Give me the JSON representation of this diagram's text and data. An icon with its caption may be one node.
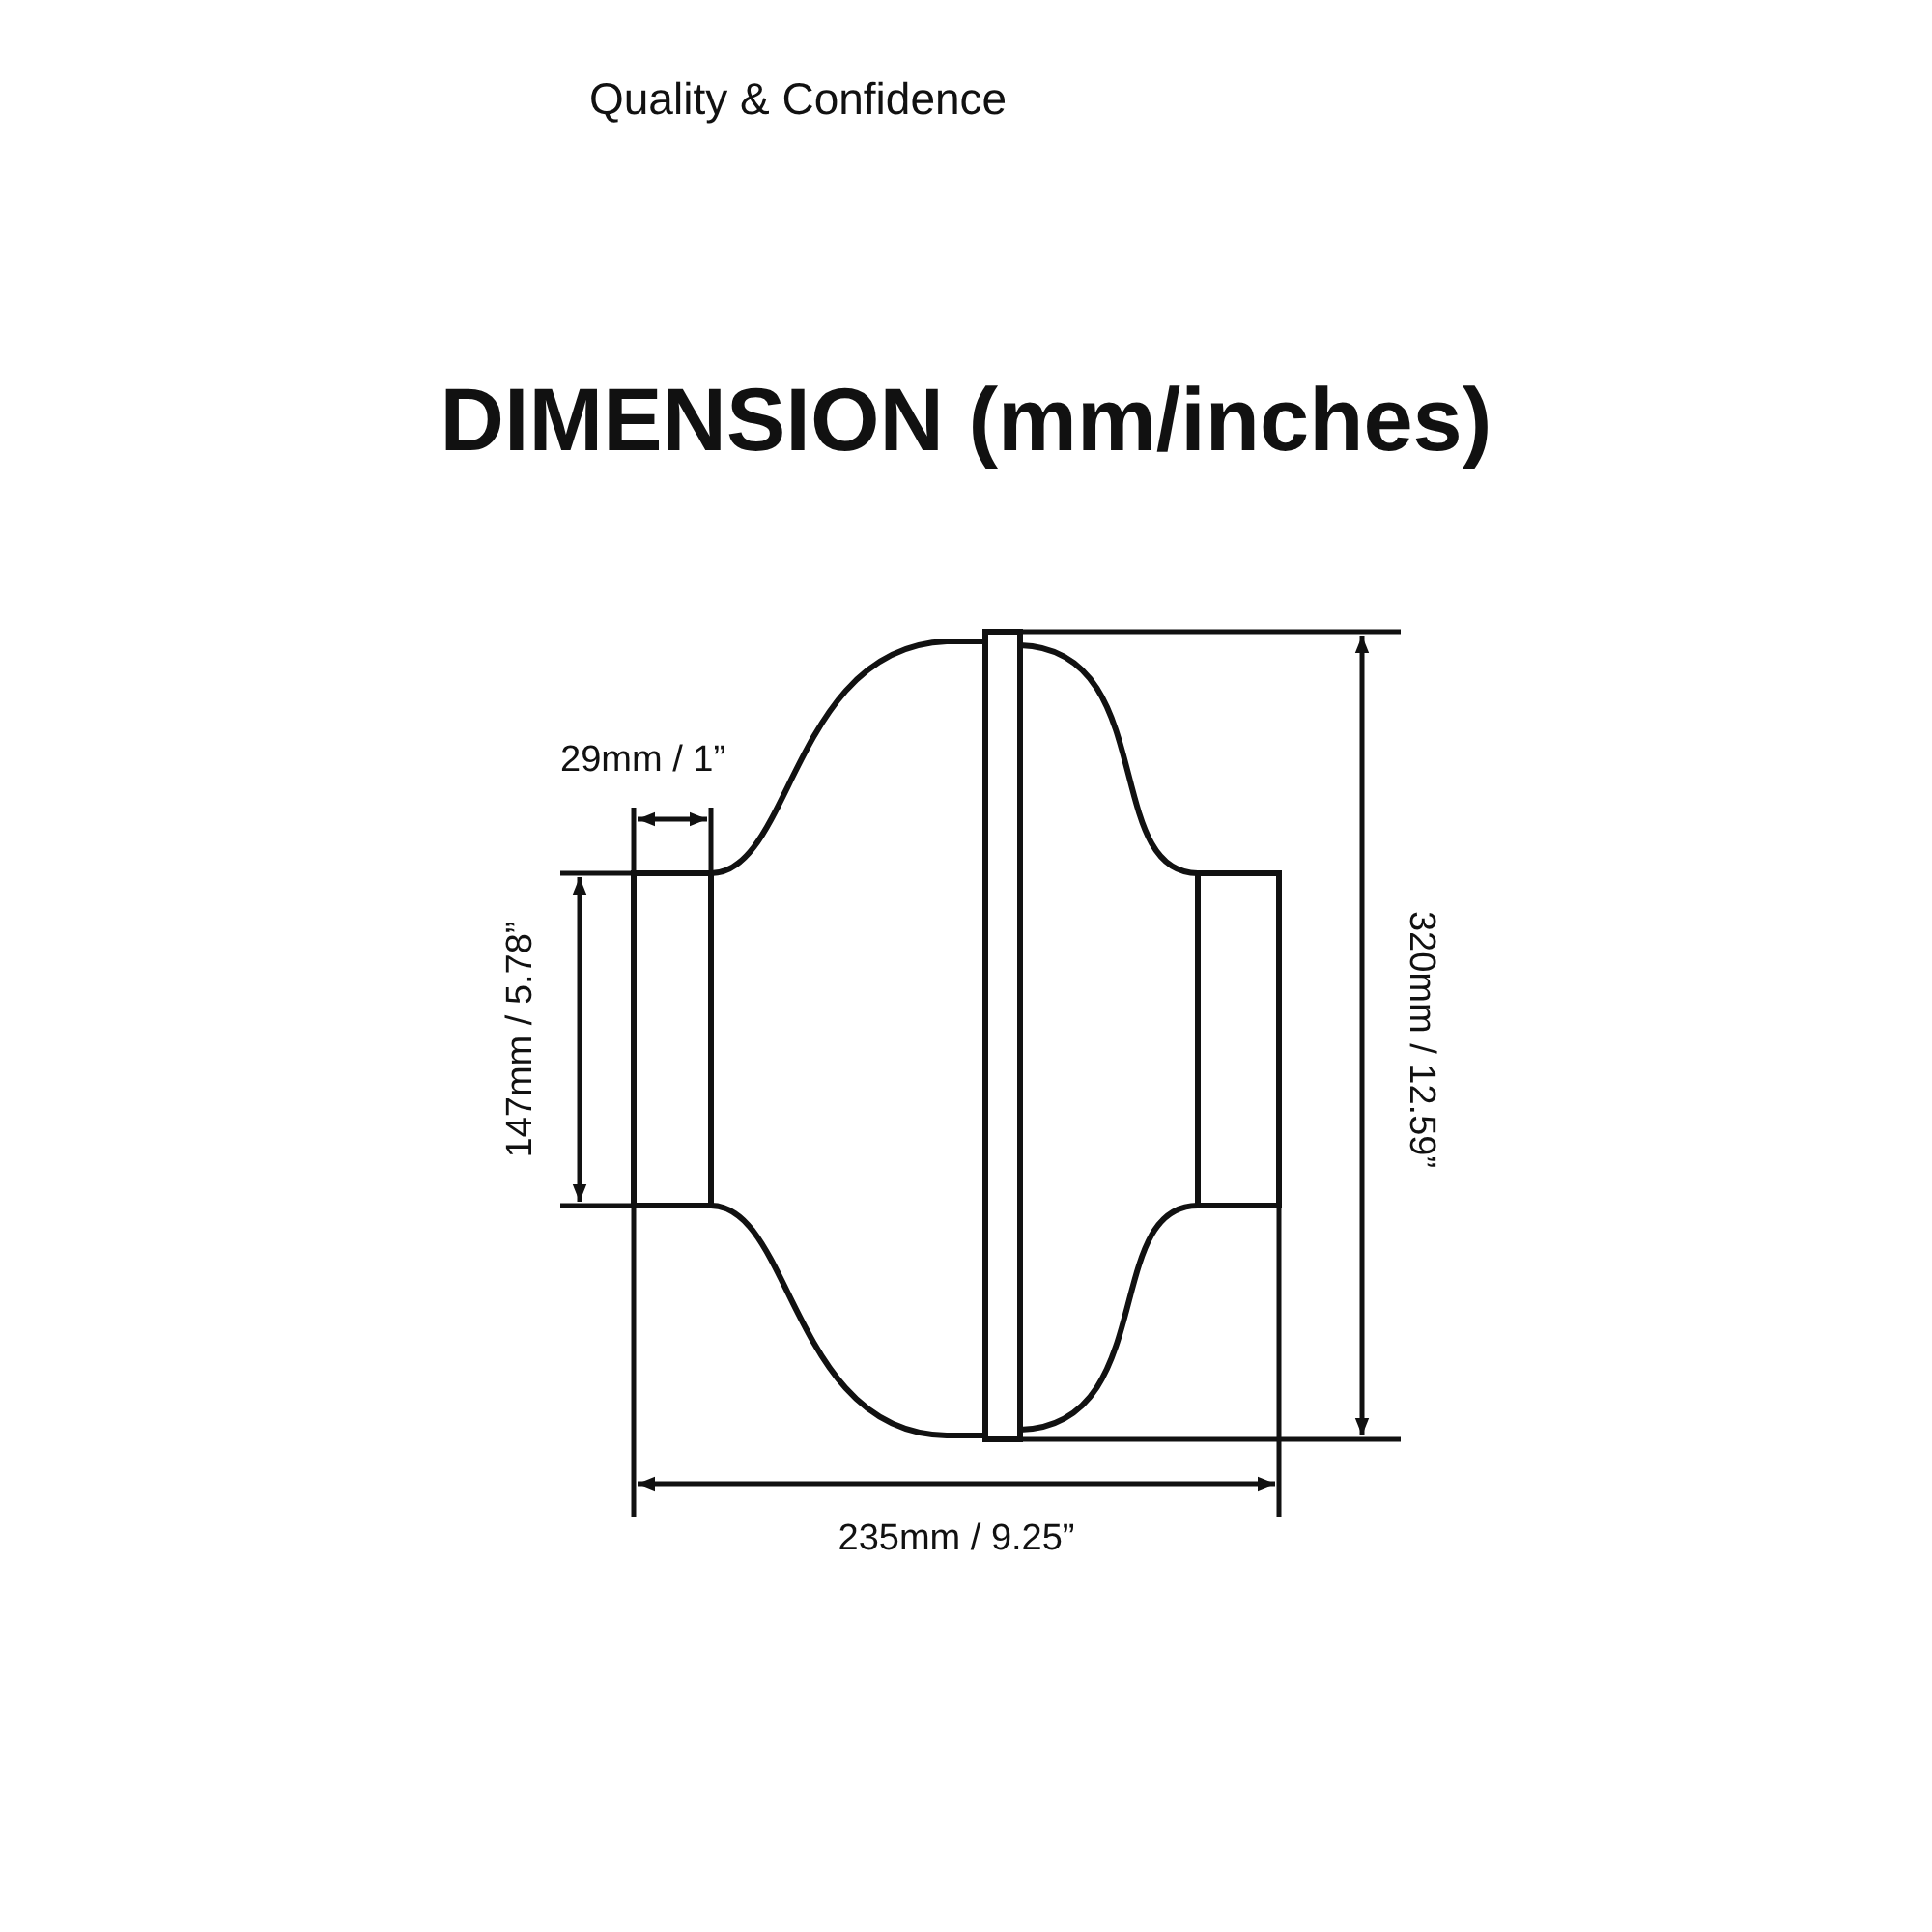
{
  "diagram": {
    "title": "DIMENSION (mm/inches)",
    "labels": [
      "Quality & Confidence",
      "29mm / 1”",
      "147mm / 5.78”",
      "320mm / 12.59”",
      "235mm / 9.25”"
    ]
  }
}
